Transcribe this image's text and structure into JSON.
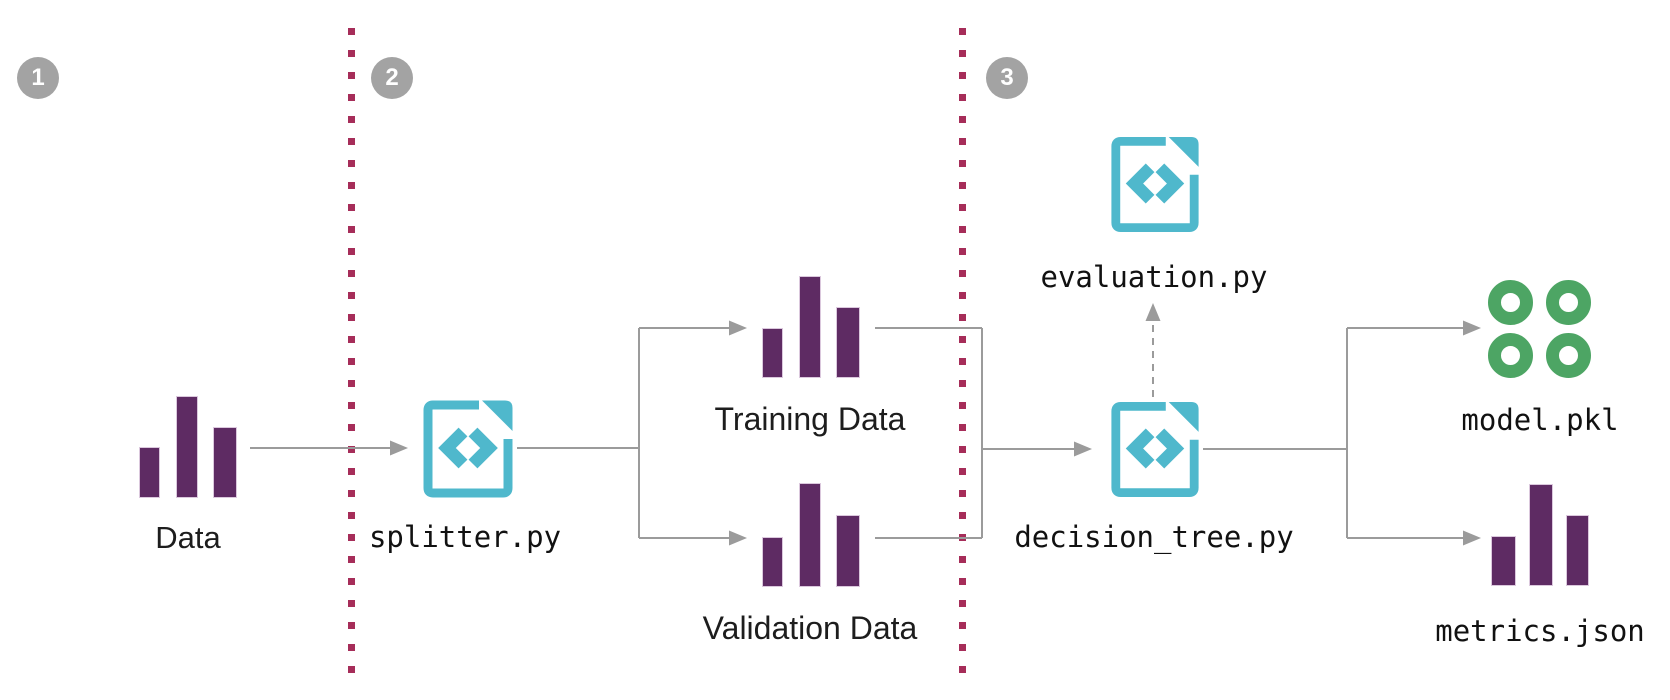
{
  "colors": {
    "purple": "#5e2b63",
    "teal": "#4fb8cc",
    "green": "#4da564",
    "line-gray": "#9b9b9b",
    "badge-gray": "#a3a3a3",
    "dot-crimson": "#a62d59",
    "text": "#1d1d1d"
  },
  "stages": [
    {
      "number": "1"
    },
    {
      "number": "2"
    },
    {
      "number": "3"
    }
  ],
  "nodes": {
    "data": {
      "label": "Data",
      "icon": "bar-chart-icon"
    },
    "splitter": {
      "label": "splitter.py",
      "icon": "code-file-icon"
    },
    "training": {
      "label": "Training Data",
      "icon": "bar-chart-icon"
    },
    "validation": {
      "label": "Validation Data",
      "icon": "bar-chart-icon"
    },
    "evaluation": {
      "label": "evaluation.py",
      "icon": "code-file-icon"
    },
    "decision_tree": {
      "label": "decision_tree.py",
      "icon": "code-file-icon"
    },
    "model": {
      "label": "model.pkl",
      "icon": "model-rings-icon"
    },
    "metrics": {
      "label": "metrics.json",
      "icon": "bar-chart-icon"
    }
  }
}
